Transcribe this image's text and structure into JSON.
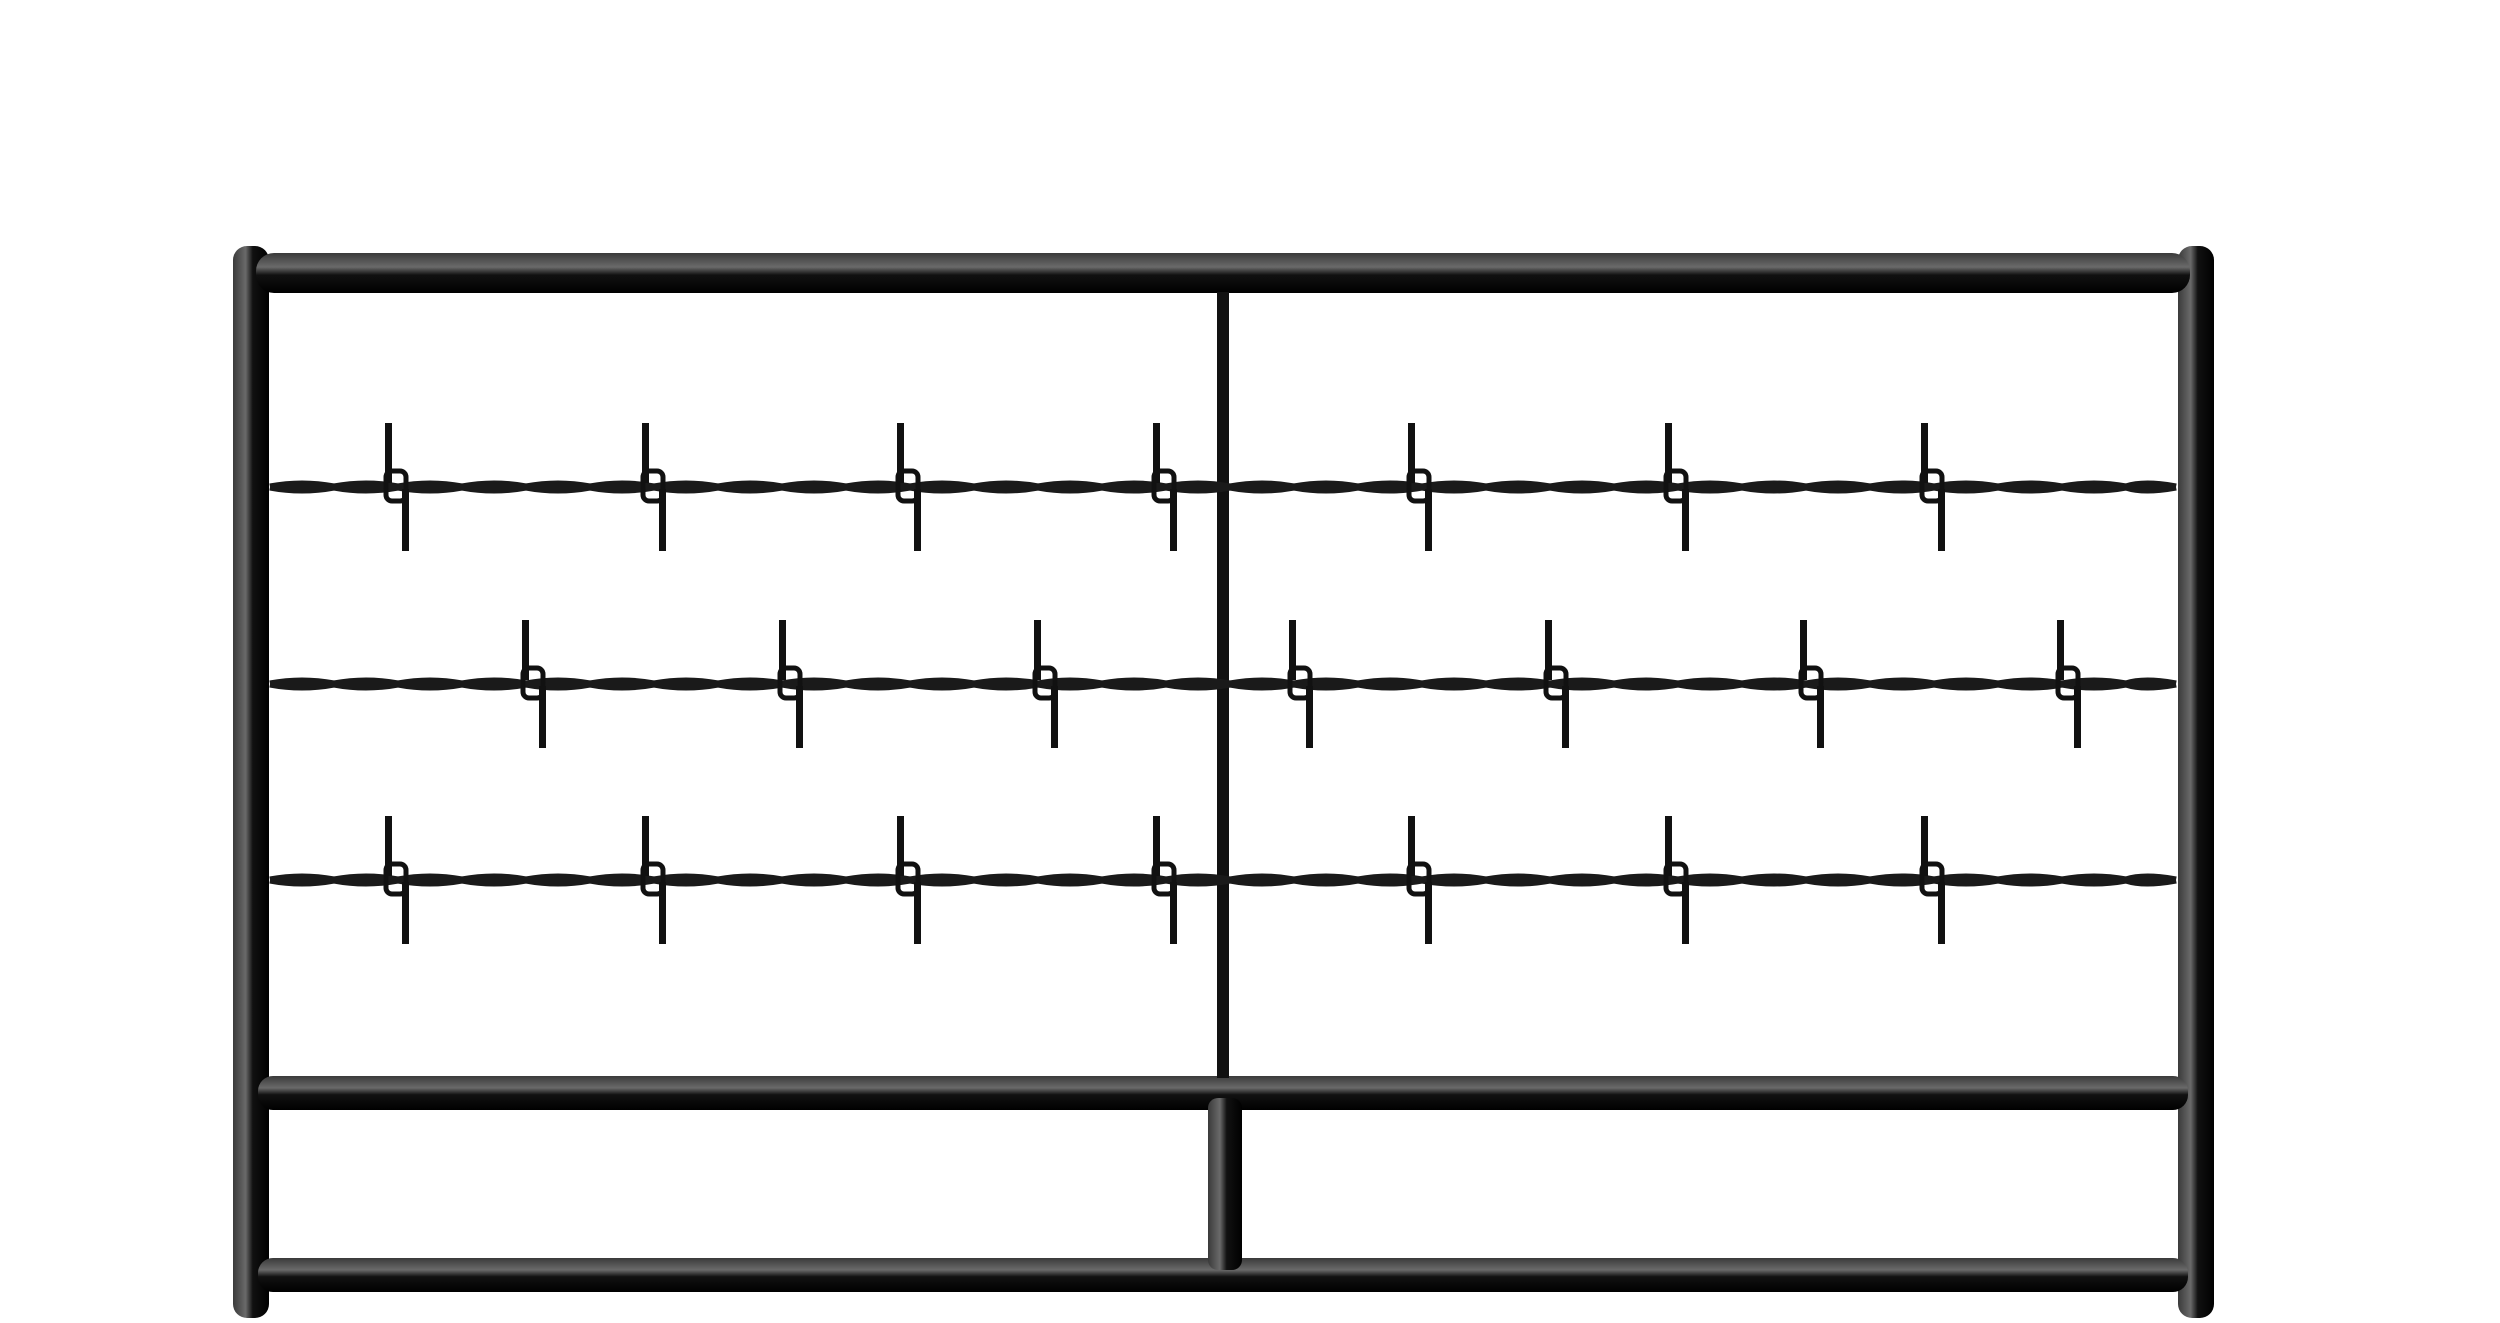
{
  "illustration": {
    "subject": "fence-gate",
    "colors": {
      "background": "#ffffff",
      "frame": "#111111",
      "frame_highlight": "#6a6a6a",
      "wire": "#1a1a1a",
      "barb": "#111111"
    },
    "barbed_wire_strands": 3,
    "barbs_per_strand": [
      7,
      7,
      7
    ]
  }
}
